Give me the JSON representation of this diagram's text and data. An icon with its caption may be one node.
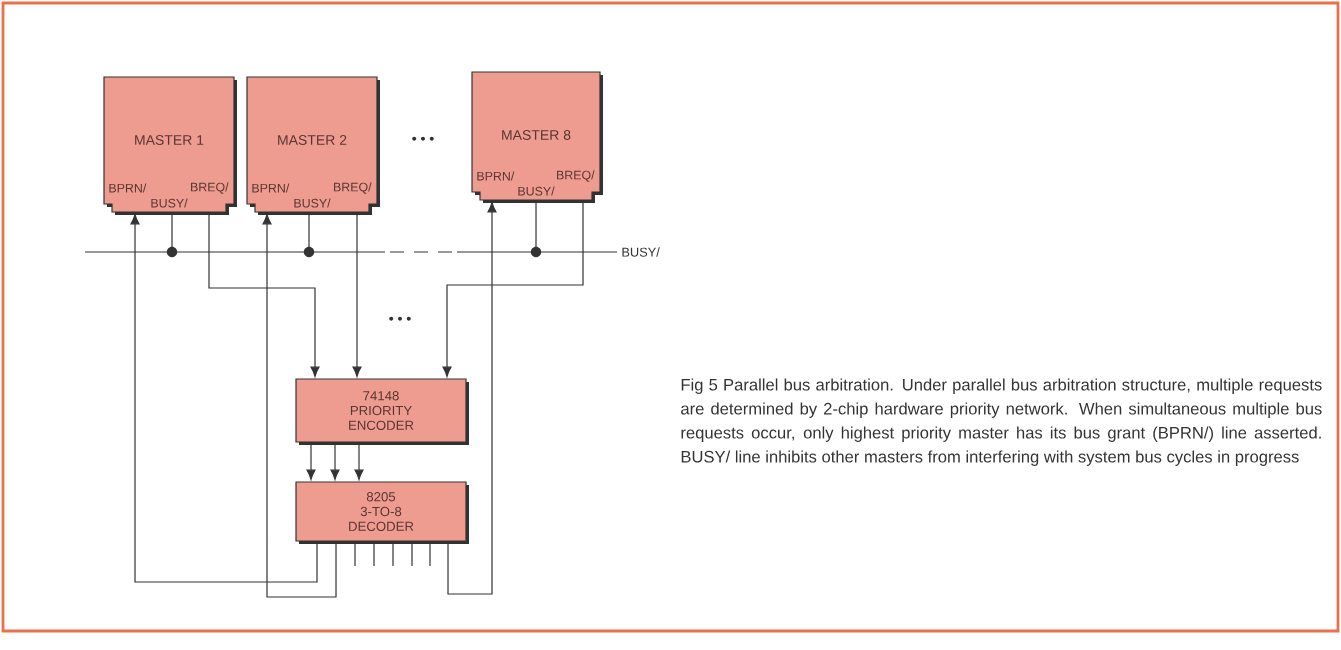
{
  "diagram": {
    "caption": "Fig 5 Parallel bus arbitration. Under parallel bus arbitration structure, multiple requests are determined by 2-chip hardware priority network. When simultaneous multiple bus requests occur, only highest priority master has its bus grant (BPRN/) line asserted. BUSY/ line inhibits other masters from interfering with system bus cycles in progress",
    "nodes": [
      {
        "text": [
          "MASTER 1",
          "BPRN/",
          "BREQ/",
          "BUSY/"
        ]
      },
      {
        "text": [
          "MASTER 2",
          "BPRN/",
          "BREQ/",
          "BUSY/"
        ]
      },
      {
        "text": [
          "MASTER 8",
          "BPRN/",
          "BREQ/",
          "BUSY/"
        ]
      },
      {
        "text": [
          "74148 PRIORITY ENCODER"
        ]
      },
      {
        "text": [
          "8205 3-TO-8 DECODER"
        ]
      },
      {
        "text": [],
        "shape": "bar",
        "beside": [
          "BUSY/"
        ]
      }
    ],
    "edges": [
      {
        "from": 0,
        "to": 3,
        "arrow": "to"
      },
      {
        "from": 1,
        "to": 3,
        "arrow": "to"
      },
      {
        "from": 2,
        "to": 3,
        "arrow": "to"
      },
      {
        "from": 3,
        "to": 4,
        "arrow": "to"
      },
      {
        "from": 3,
        "to": 4,
        "arrow": "to"
      },
      {
        "from": 3,
        "to": 4,
        "arrow": "to"
      },
      {
        "from": 4,
        "to": 0,
        "arrow": "to"
      },
      {
        "from": 4,
        "to": 1,
        "arrow": "to"
      },
      {
        "from": 4,
        "to": 2,
        "arrow": "to"
      },
      {
        "from": 0,
        "to": 5,
        "arrow": "none"
      },
      {
        "from": 1,
        "to": 5,
        "arrow": "none"
      },
      {
        "from": 2,
        "to": 5,
        "arrow": "none"
      }
    ],
    "labels": [
      "• • •",
      "• • •"
    ]
  }
}
